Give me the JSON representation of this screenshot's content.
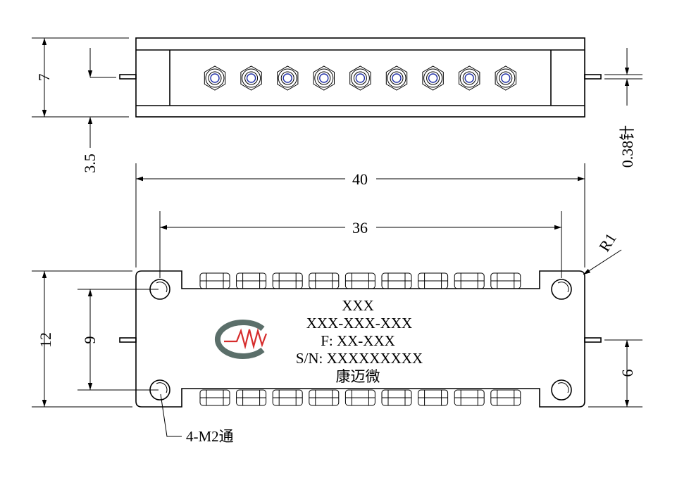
{
  "dimensions": {
    "height_7": "7",
    "pin_offset": "3.5",
    "pin_spec": "0.38针",
    "width_40": "40",
    "width_36": "36",
    "radius": "R1",
    "height_12": "12",
    "height_9": "9",
    "height_6": "6",
    "holes": "4-M2通"
  },
  "label": {
    "line1": "XXX",
    "line2": "XXX-XXX-XXX",
    "line3": "F: XX-XXX",
    "line4": "S/N: XXXXXXXXX",
    "line5": "康迈微"
  },
  "logo": {
    "name": "cmw-logo",
    "ring_color": "#5b6f6a",
    "wave_color": "#d62c2c"
  },
  "connector_count": 9
}
